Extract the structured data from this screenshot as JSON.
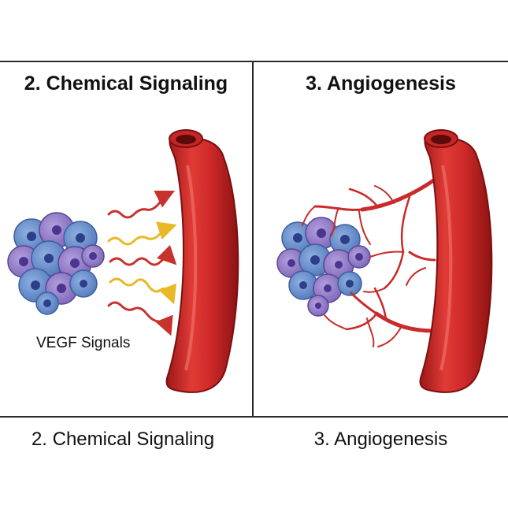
{
  "panels": [
    {
      "title": "2. Chemical Signaling",
      "caption": "2. Chemical Signaling"
    },
    {
      "title": "3. Angiogenesis",
      "caption": "3. Angiogenesis"
    }
  ],
  "labels": {
    "signals": "VEGF Signals"
  },
  "colors": {
    "vessel": "#d42a2a",
    "vessel_dark": "#8e1212",
    "cell_blue": "#5f86c9",
    "cell_purple": "#8b73c2",
    "signal_red": "#c8322d",
    "signal_yellow": "#e8b825"
  }
}
